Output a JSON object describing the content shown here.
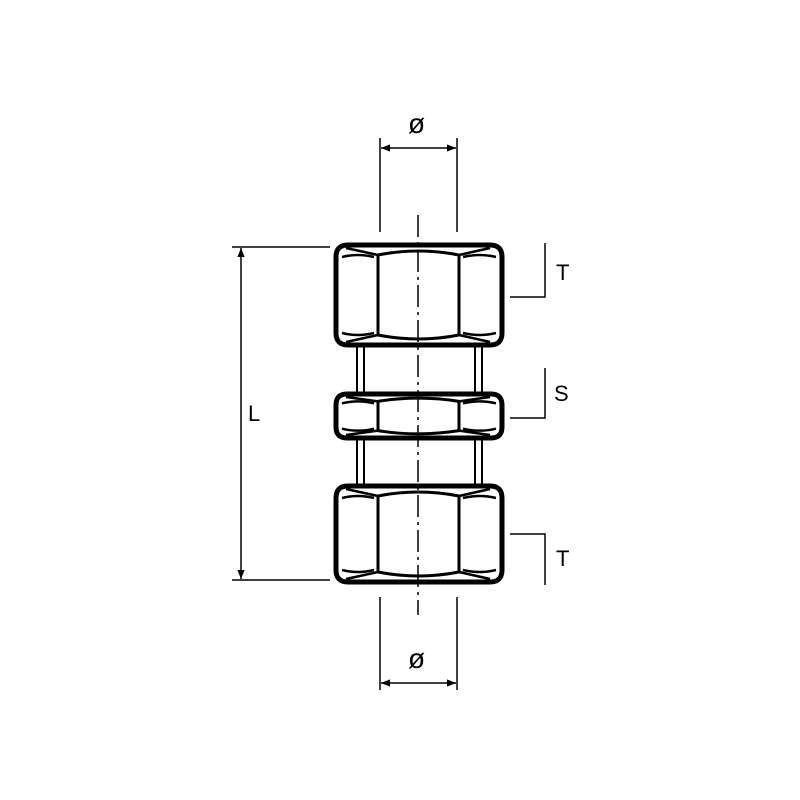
{
  "labels": {
    "diameter_top": "ø",
    "diameter_bottom": "ø",
    "length": "L",
    "thread_top": "T",
    "hex_size": "S",
    "thread_bottom": "T"
  },
  "colors": {
    "line": "#000000",
    "background": "#ffffff"
  }
}
